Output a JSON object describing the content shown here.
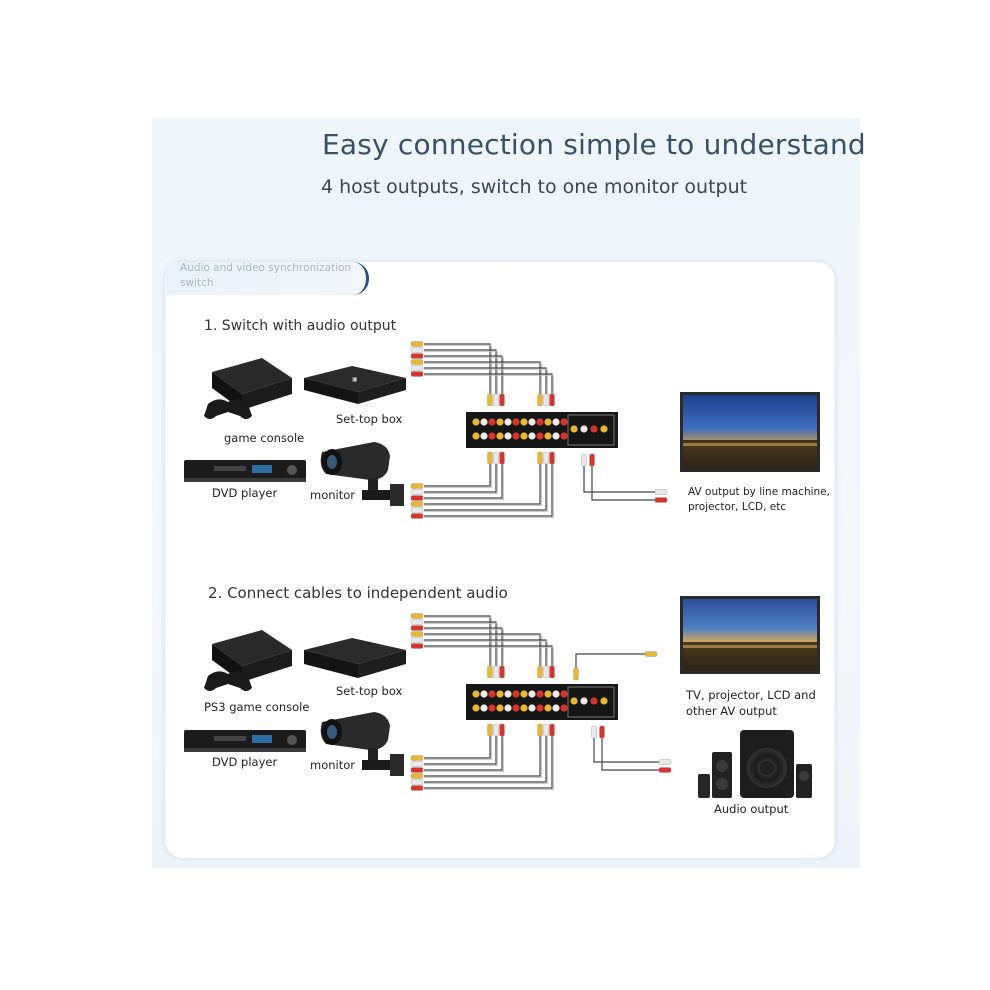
{
  "header": {
    "title": "Easy connection simple to understand",
    "subtitle": "4 host outputs, switch to one monitor output"
  },
  "tag": {
    "label": "Audio and video synchronization switch"
  },
  "section1": {
    "heading": "1. Switch with audio output",
    "labels": {
      "game_console": "game console",
      "set_top_box": "Set-top box",
      "dvd_player": "DVD player",
      "monitor": "monitor",
      "output": "AV output by line machine,",
      "output2": "projector, LCD, etc"
    }
  },
  "section2": {
    "heading": "2. Connect cables to independent audio",
    "labels": {
      "game_console": "PS3 game console",
      "set_top_box": "Set-top box",
      "dvd_player": "DVD player",
      "monitor": "monitor",
      "tv_output": "TV, projector, LCD and",
      "tv_output2": "other AV output",
      "audio_output": "Audio output"
    }
  },
  "colors": {
    "title": "#3a4f68",
    "plug_yellow": "#e8b832",
    "plug_white": "#e9e9e9",
    "plug_red": "#d8342c",
    "device": "#1a1a1a",
    "tag_accent": "#2a4f86"
  }
}
